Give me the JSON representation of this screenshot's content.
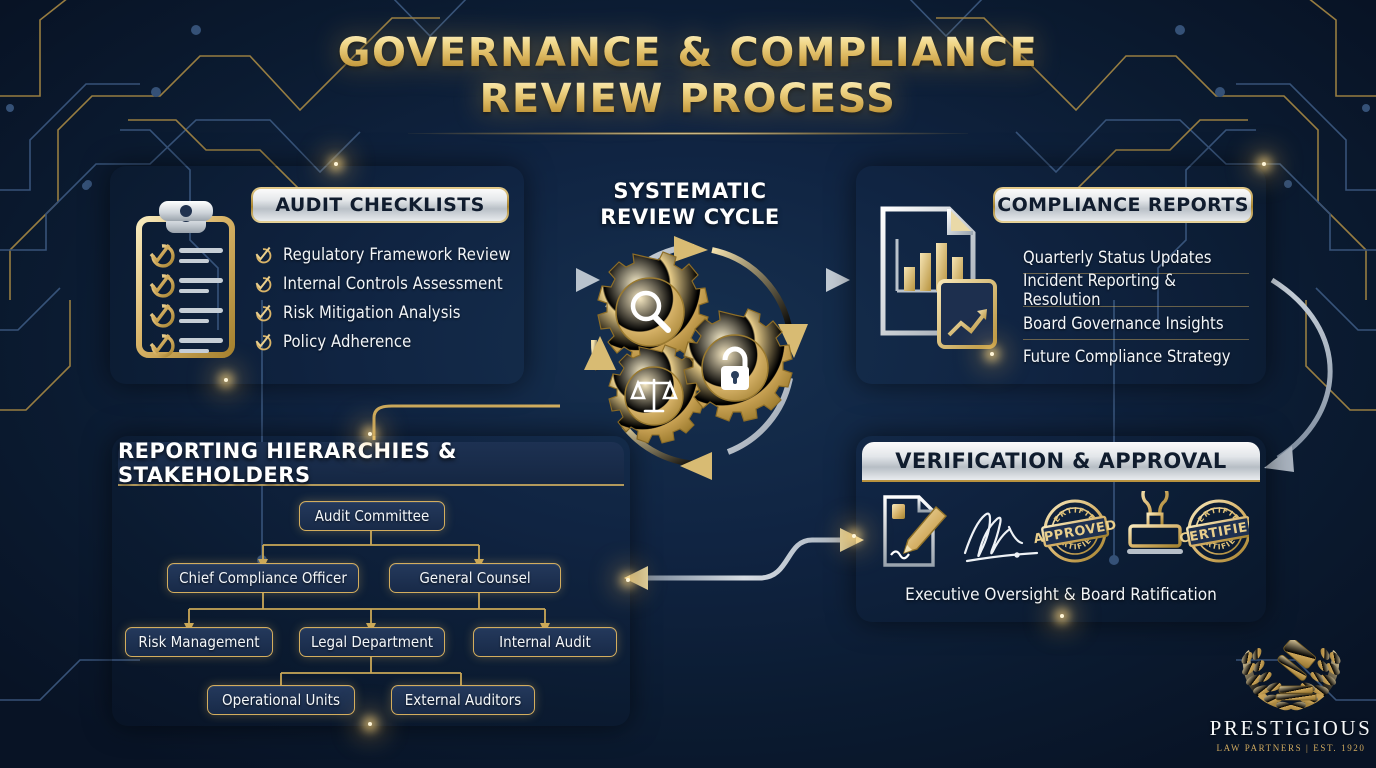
{
  "page": {
    "title_line1": "GOVERNANCE & COMPLIANCE",
    "title_line2": "REVIEW PROCESS"
  },
  "colors": {
    "background_navy": "#0d1f38",
    "panel_navy": "#24375a",
    "gold": "#d8b469",
    "gold_light": "#f6e3a8",
    "silver": "#e4e7ea",
    "text_white": "#f3f6f9",
    "header_text_dark": "#101c2e"
  },
  "audit_panel": {
    "header": "AUDIT CHECKLISTS",
    "icon": "clipboard-checklist-icon",
    "items": [
      {
        "label": "Regulatory Framework Review",
        "icon": "check-circle-icon"
      },
      {
        "label": "Internal Controls Assessment",
        "icon": "check-circle-icon"
      },
      {
        "label": "Risk Mitigation Analysis",
        "icon": "check-circle-icon"
      },
      {
        "label": "Policy Adherence",
        "icon": "check-circle-icon"
      }
    ]
  },
  "cycle": {
    "title_line1": "SYSTEMATIC",
    "title_line2": "REVIEW CYCLE",
    "gears": [
      {
        "name": "magnifier-gear",
        "icon": "magnifier-icon"
      },
      {
        "name": "lock-gear",
        "icon": "lock-icon"
      },
      {
        "name": "scales-gear",
        "icon": "scales-of-justice-icon"
      }
    ],
    "arrows": [
      "cycle-arrow-top",
      "cycle-arrow-right",
      "cycle-arrow-bottom",
      "cycle-arrow-left"
    ]
  },
  "reports_panel": {
    "header": "COMPLIANCE REPORTS",
    "icon": "report-document-chart-icon",
    "items": [
      "Quarterly Status Updates",
      "Incident Reporting & Resolution",
      "Board Governance Insights",
      "Future Compliance Strategy"
    ]
  },
  "hierarchy_panel": {
    "header": "REPORTING HIERARCHIES & STAKEHOLDERS",
    "nodes": {
      "audit_committee": "Audit Committee",
      "chief_compliance_officer": "Chief Compliance Officer",
      "general_counsel": "General Counsel",
      "risk_management": "Risk Management",
      "legal_department": "Legal Department",
      "internal_audit": "Internal Audit",
      "operational_units": "Operational Units",
      "external_auditors": "External Auditors"
    }
  },
  "verification_panel": {
    "header": "VERIFICATION & APPROVAL",
    "caption": "Executive Oversight & Board Ratification",
    "badges": {
      "approved": "APPROVED",
      "approved_outer": "CERTIFIED",
      "certified": "CERTIFIED",
      "certified_outer": "CERTIFIED"
    },
    "icons": [
      "signed-document-icon",
      "signature-icon",
      "approved-badge-icon",
      "rubber-stamp-icon",
      "certified-badge-icon"
    ]
  },
  "logo": {
    "name": "PRESTIGIOUS",
    "tagline": "LAW PARTNERS  |  EST. 1920",
    "icon": "gavel-laurel-wreath-icon"
  }
}
